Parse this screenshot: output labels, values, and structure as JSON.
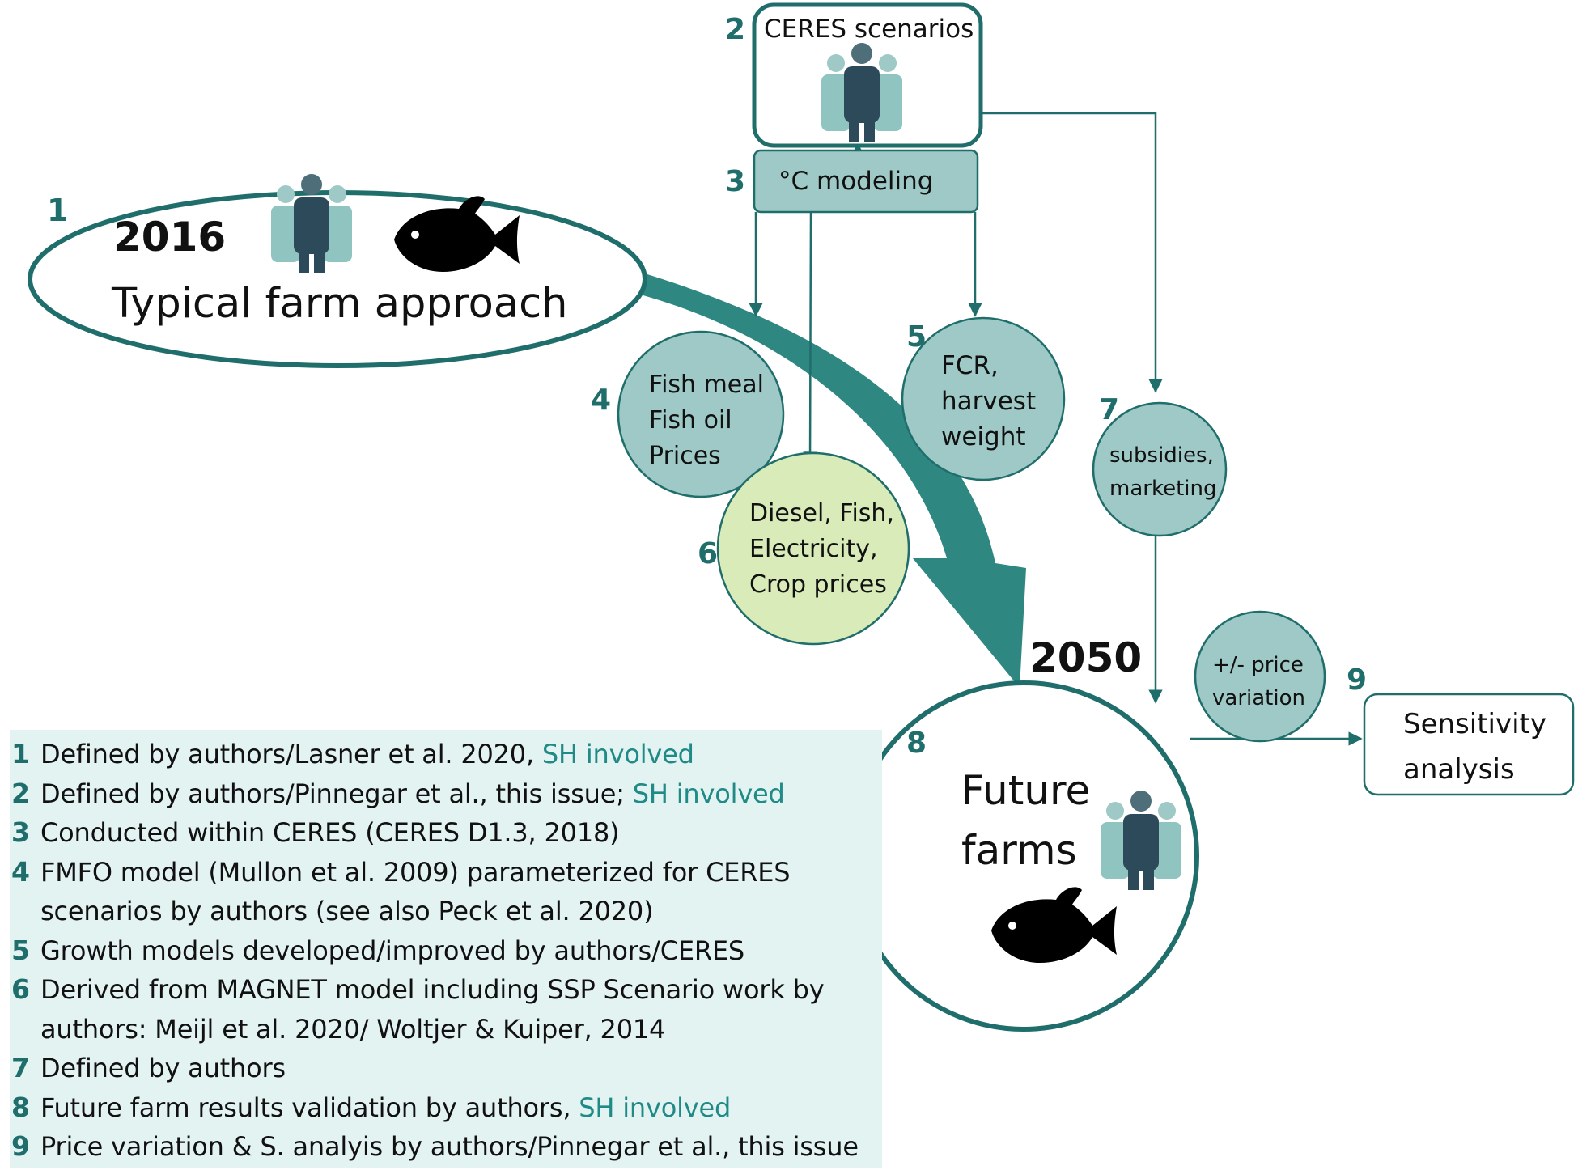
{
  "colors": {
    "teal_dark": "#1f6e6b",
    "teal_mid": "#2f8782",
    "teal_light": "#9ec9c6",
    "green_light": "#d8ebb8",
    "legend_bg": "#e3f3f2",
    "sh_accent": "#1f8a86"
  },
  "nodes": {
    "n1": {
      "number": "1",
      "year": "2016",
      "label": "Typical farm approach",
      "icons": [
        "people-icon",
        "fish-icon"
      ]
    },
    "n2": {
      "number": "2",
      "label": "CERES scenarios",
      "icons": [
        "people-icon"
      ]
    },
    "n3": {
      "number": "3",
      "label": "°C modeling"
    },
    "n4": {
      "number": "4",
      "lines": [
        "Fish meal",
        "Fish oil",
        "Prices"
      ]
    },
    "n5": {
      "number": "5",
      "lines": [
        "FCR,",
        "harvest",
        "weight"
      ]
    },
    "n6": {
      "number": "6",
      "lines": [
        "Diesel, Fish,",
        "Electricity,",
        "Crop prices"
      ]
    },
    "n7": {
      "number": "7",
      "lines": [
        "subsidies,",
        "marketing"
      ]
    },
    "n8": {
      "number": "8",
      "year": "2050",
      "lines": [
        "Future",
        "farms"
      ],
      "icons": [
        "people-icon",
        "fish-icon"
      ]
    },
    "price_var": {
      "lines": [
        "+/- price",
        "variation"
      ]
    },
    "n9": {
      "number": "9",
      "lines": [
        "Sensitivity",
        "analysis"
      ]
    }
  },
  "legend": [
    {
      "num": "1",
      "text": "Defined by authors/Lasner et al. 2020, ",
      "highlight": "SH involved"
    },
    {
      "num": "2",
      "text": "Defined by authors/Pinnegar et al., this issue; ",
      "highlight": "SH involved"
    },
    {
      "num": "3",
      "text": "Conducted within CERES (CERES D1.3, 2018)",
      "highlight": ""
    },
    {
      "num": "4",
      "text": "FMFO model (Mullon et al. 2009) parameterized for CERES\nscenarios by authors (see also Peck et al. 2020)",
      "highlight": ""
    },
    {
      "num": "5",
      "text": "Growth models developed/improved by authors/CERES",
      "highlight": ""
    },
    {
      "num": "6",
      "text": "Derived from MAGNET model including SSP Scenario work by\nauthors: Meijl et al. 2020/ Woltjer & Kuiper, 2014",
      "highlight": ""
    },
    {
      "num": "7",
      "text": "Defined by authors",
      "highlight": ""
    },
    {
      "num": "8",
      "text": "Future farm results validation by authors, ",
      "highlight": "SH involved"
    },
    {
      "num": "9",
      "text": "Price variation & S. analyis by authors/Pinnegar et al., this issue",
      "highlight": ""
    }
  ]
}
